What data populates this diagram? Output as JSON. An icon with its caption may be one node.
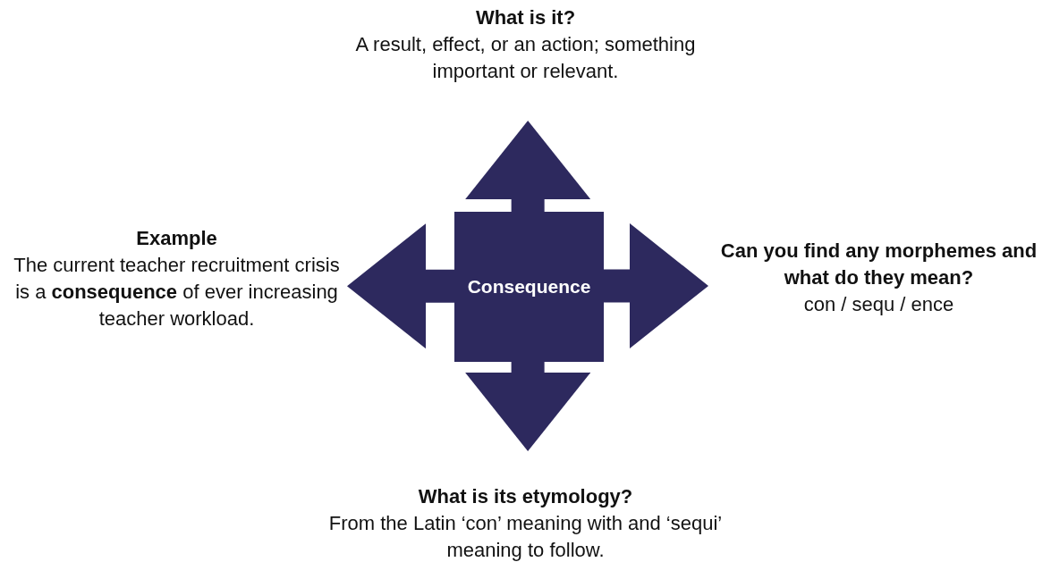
{
  "diagram": {
    "nodes": [
      {
        "text": [
          "Consequence"
        ]
      },
      {
        "text": [
          "What is it?",
          "A result, effect, or an action; something important or relevant."
        ]
      },
      {
        "text": [
          "Example",
          "The current teacher recruitment crisis is a **consequence** of ever increasing teacher workload."
        ]
      },
      {
        "text": [
          "Can you find any morphemes and what do they mean?",
          "con / sequ / ence"
        ]
      },
      {
        "text": [
          "What is its etymology?",
          "From the Latin ‘con’ meaning with and ‘sequi’ meaning to follow."
        ]
      }
    ],
    "edges": [
      {
        "from": 0,
        "to": 1,
        "arrow": "to"
      },
      {
        "from": 0,
        "to": 2,
        "arrow": "to"
      },
      {
        "from": 0,
        "to": 3,
        "arrow": "to"
      },
      {
        "from": 0,
        "to": 4,
        "arrow": "to"
      }
    ]
  }
}
